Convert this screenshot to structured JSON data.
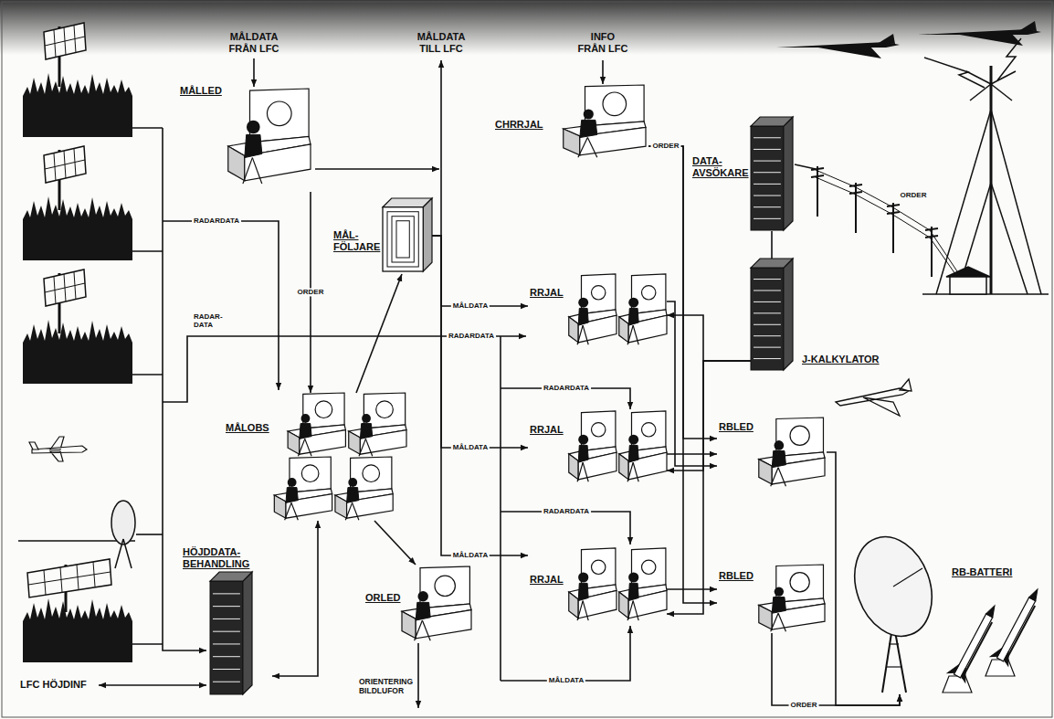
{
  "diagram": {
    "nodes": [
      {
        "text": [
          "MÅLLED"
        ]
      },
      {
        "text": [
          "MÅL- FÖLJARE"
        ]
      },
      {
        "text": [
          "CHRRJAL"
        ]
      },
      {
        "text": [
          "DATA- AVSÖKARE"
        ]
      },
      {
        "text": [
          "RRJAL"
        ]
      },
      {
        "text": [
          "J-KALKYLATOR"
        ]
      },
      {
        "text": [
          "MÅLOBS"
        ]
      },
      {
        "text": [
          "RRJAL"
        ]
      },
      {
        "text": [
          "RBLED"
        ]
      },
      {
        "text": [
          "HÖJDDATA- BEHANDLING"
        ]
      },
      {
        "text": [
          "ORLED"
        ]
      },
      {
        "text": [
          "RRJAL"
        ]
      },
      {
        "text": [
          "RBLED"
        ]
      },
      {
        "text": [
          "RB-BATTERI"
        ]
      }
    ],
    "edges": [
      {
        "from": 0,
        "to": 6,
        "arrow": "to",
        "label": "ORDER"
      },
      {
        "from": 6,
        "to": 1,
        "arrow": "to"
      },
      {
        "from": 1,
        "to": 4,
        "arrow": "to",
        "label": "MÅLDATA"
      },
      {
        "from": 1,
        "to": 7,
        "arrow": "to",
        "label": "MÅLDATA"
      },
      {
        "from": 1,
        "to": 11,
        "arrow": "to",
        "label": "MÅLDATA"
      },
      {
        "from": 6,
        "to": 10,
        "arrow": "to"
      },
      {
        "from": 9,
        "to": 6,
        "arrow": "both"
      },
      {
        "from": 2,
        "to": 8,
        "arrow": "to",
        "label": "ORDER"
      },
      {
        "from": 2,
        "to": 12,
        "arrow": "to"
      },
      {
        "from": 5,
        "to": 4,
        "arrow": "to"
      },
      {
        "from": 5,
        "to": 7,
        "arrow": "to"
      },
      {
        "from": 5,
        "to": 11,
        "arrow": "to"
      },
      {
        "from": 4,
        "to": 8,
        "arrow": "to"
      },
      {
        "from": 7,
        "to": 8,
        "arrow": "to"
      },
      {
        "from": 11,
        "to": 12,
        "arrow": "to"
      },
      {
        "from": 3,
        "to": 5,
        "arrow": "none"
      },
      {
        "from": 8,
        "to": 13,
        "arrow": "to"
      },
      {
        "from": 12,
        "to": 13,
        "arrow": "to",
        "label": "ORDER"
      }
    ],
    "labels": [
      "MÅLDATA FRÅN LFC",
      "MÅLDATA TILL LFC",
      "INFO FRÅN LFC",
      "RADARDATA",
      "RADAR- DATA",
      "RADARDATA",
      "RADARDATA",
      "RADARDATA",
      "MÅLDATA",
      "ORDER",
      "ORIENTERING BILDLUFOR",
      "LFC HÖJDINF"
    ]
  }
}
